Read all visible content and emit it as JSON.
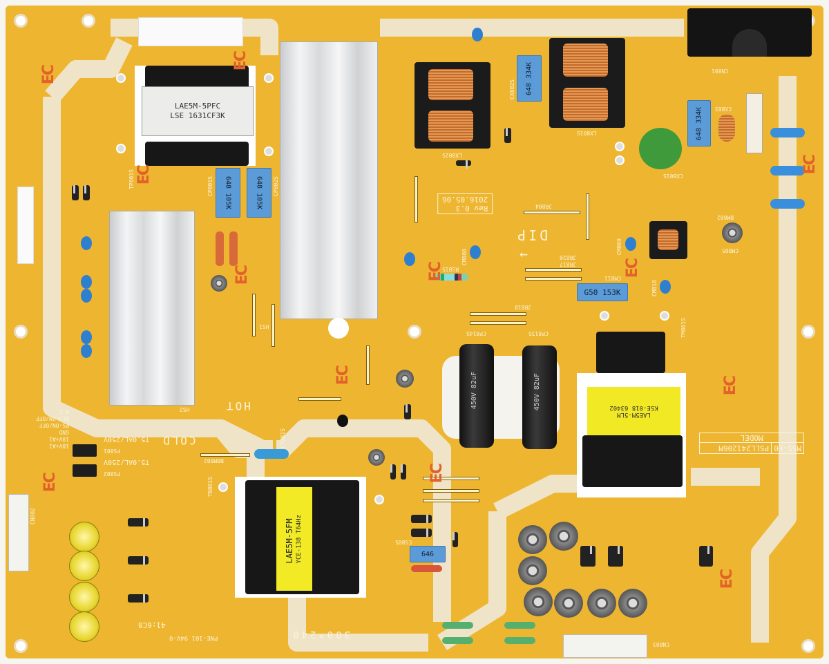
{
  "board": {
    "model_heading": "MODEL",
    "model_code": "M55-E0",
    "model_number": "PSLL241206M",
    "revision": "Rev 0.3",
    "revision_date": "2016.05.06",
    "dip_label": "DIP",
    "hot_label": "HOT",
    "cold_label": "COLD",
    "size_label": "300*240",
    "ul_marking": "PNE-101 94V-0",
    "date_code": "41:6C8",
    "ec_mark": "EC",
    "colors": {
      "board": "#eeb630",
      "silkscreen": "#f3ead2",
      "ec_mark": "#e2622a",
      "capacitor_blue": "#5b9bd8"
    }
  },
  "components": {
    "pfc_transformer": {
      "line1": "LAE5M-5PFC",
      "line2": "LSE 1631CF3K"
    },
    "main_transformer": {
      "line1": "LAE5M-5FM",
      "line2": "YCE-138 T64Hz"
    },
    "llc_transformer": {
      "line1": "LAE5M-5LM",
      "line2": "KSE-018 63402"
    },
    "film_caps": [
      {
        "ref": "CP801S",
        "value": "648 105K"
      },
      {
        "ref": "CP802S",
        "value": "648 105K"
      },
      {
        "ref": "CX802S",
        "value": "648 334K"
      },
      {
        "ref": "CX801S",
        "value": "648 334K"
      },
      {
        "ref": "CM811",
        "value": "G50 153K"
      },
      {
        "ref": "CS805",
        "value": "646"
      }
    ],
    "bulk_caps": [
      {
        "ref": "CP814S",
        "rating": "450V 82uF"
      },
      {
        "ref": "CP813S",
        "rating": "450V 82uF"
      }
    ],
    "fuses": [
      {
        "ref": "FS801",
        "rating": "T5.0AL/250V"
      },
      {
        "ref": "FS802",
        "rating": "T5.0AL/250V"
      }
    ],
    "connector_pins": [
      "18V+A1",
      "18V+A1",
      "",
      "",
      "",
      "GND",
      "",
      "",
      "PS-ON/OFF",
      "BLU-ON/OFF",
      "N.C",
      ""
    ],
    "refs": [
      "CN801",
      "CN802",
      "CN803",
      "JR804",
      "JR817",
      "JR820",
      "JR818",
      "RS815",
      "CM808",
      "CM809",
      "CM810",
      "CM805",
      "BM802",
      "BBM802",
      "CY881S",
      "TM801S",
      "TP801S",
      "TB801S",
      "CX803",
      "LX801S",
      "LX802S",
      "HS1",
      "HS2"
    ]
  }
}
